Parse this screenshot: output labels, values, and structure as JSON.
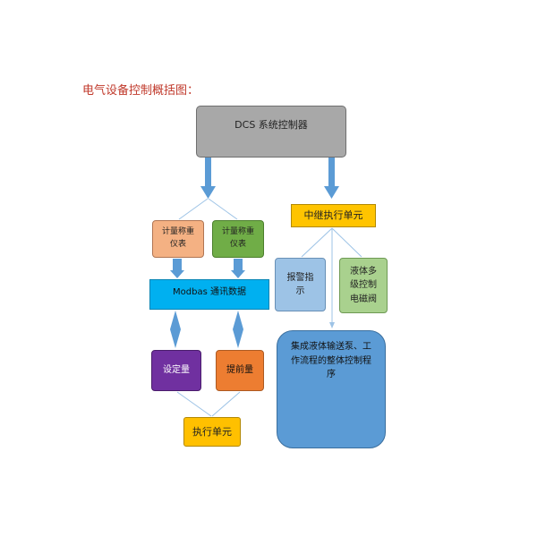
{
  "diagram": {
    "title": "电气设备控制概括图：",
    "nodes": {
      "dcs": "DCS 系统控制器",
      "relay": "中继执行单元",
      "meter_left": "计量称重\n仪表",
      "meter_right": "计量称重\n仪表",
      "modbus": "Modbas 通讯数据",
      "alarm": "报警指\n示",
      "valve": "液体多\n级控制\n电磁阀",
      "setpoint": "设定量",
      "advance": "提前量",
      "exec_unit": "执行单元",
      "integrated": "集成液体输送泵、工\n作流程的整体控制程\n序"
    },
    "colors": {
      "dcs": "#a8a8a8",
      "relay": "#ffc400",
      "meter_left": "#f4b183",
      "meter_right": "#70ad47",
      "modbus": "#00b0f0",
      "alarm": "#9dc3e6",
      "valve": "#a9d18e",
      "setpoint": "#7030a0",
      "advance": "#ed7d31",
      "exec_unit": "#ffc000",
      "integrated": "#5b9bd5",
      "thick_arrow": "#5b9bd5",
      "thin_line": "#9dc3e6",
      "title_text": "#c0392b"
    }
  }
}
